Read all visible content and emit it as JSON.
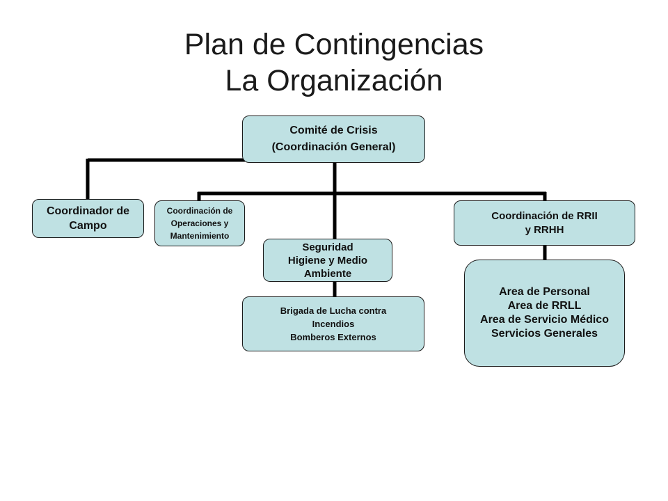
{
  "title": {
    "line1": "Plan de Contingencias",
    "line2": "La Organización"
  },
  "nodes": {
    "comite": [
      "Comité de Crisis",
      "(Coordinación General)"
    ],
    "campo": [
      "Coordinador de",
      "Campo"
    ],
    "operaciones": [
      "Coordinación de",
      "Operaciones y",
      "Mantenimiento"
    ],
    "seguridad": [
      "Seguridad",
      "Higiene y Medio",
      "Ambiente"
    ],
    "brigada": [
      "Brigada de Lucha contra",
      "Incendios",
      "Bomberos Externos"
    ],
    "rrii": [
      "Coordinación de RRII",
      "y RRHH"
    ],
    "areas": [
      "Area de Personal",
      "Area de RRLL",
      "Area de Servicio Médico",
      "Servicios Generales"
    ]
  },
  "colors": {
    "box_fill": "#bfe1e3",
    "connector": "#000000"
  }
}
